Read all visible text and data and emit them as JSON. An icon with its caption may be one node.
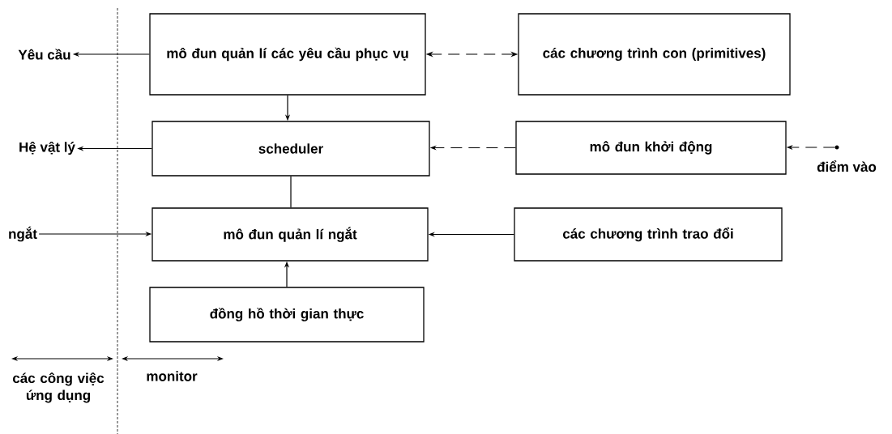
{
  "diagram": {
    "nodes": [
      {
        "text": [
          "mô đun quản lí các yêu cầu phục vụ"
        ]
      },
      {
        "text": [
          "các chương trình con (primitives)"
        ]
      },
      {
        "text": [
          "scheduler"
        ]
      },
      {
        "text": [
          "mô đun khởi động"
        ]
      },
      {
        "text": [
          "mô đun quản lí ngắt"
        ]
      },
      {
        "text": [
          "các chương trình trao đổi"
        ]
      },
      {
        "text": [
          "đồng hồ thời gian thực"
        ]
      },
      {
        "text": [
          "Yêu cầu"
        ]
      },
      {
        "text": [
          "Hệ vật lý"
        ]
      },
      {
        "text": [
          "ngắt"
        ]
      },
      {
        "text": [],
        "shape": "circle",
        "beside": [
          "điểm vào"
        ]
      }
    ],
    "edges": [
      {
        "from": 0,
        "to": 7,
        "arrow": "to"
      },
      {
        "from": 0,
        "to": 1,
        "arrow": "both",
        "style": "dashed"
      },
      {
        "from": 0,
        "to": 2,
        "arrow": "to"
      },
      {
        "from": 2,
        "to": 8,
        "arrow": "to"
      },
      {
        "from": 3,
        "to": 2,
        "arrow": "to",
        "style": "dashed"
      },
      {
        "from": 10,
        "to": 3,
        "arrow": "to",
        "style": "dashed"
      },
      {
        "from": 2,
        "to": 4,
        "arrow": "none"
      },
      {
        "from": 9,
        "to": 4,
        "arrow": "to"
      },
      {
        "from": 5,
        "to": 4,
        "arrow": "to"
      },
      {
        "from": 6,
        "to": 4,
        "arrow": "to"
      }
    ],
    "labels": [
      "các công việc ứng dụng",
      "monitor"
    ]
  }
}
